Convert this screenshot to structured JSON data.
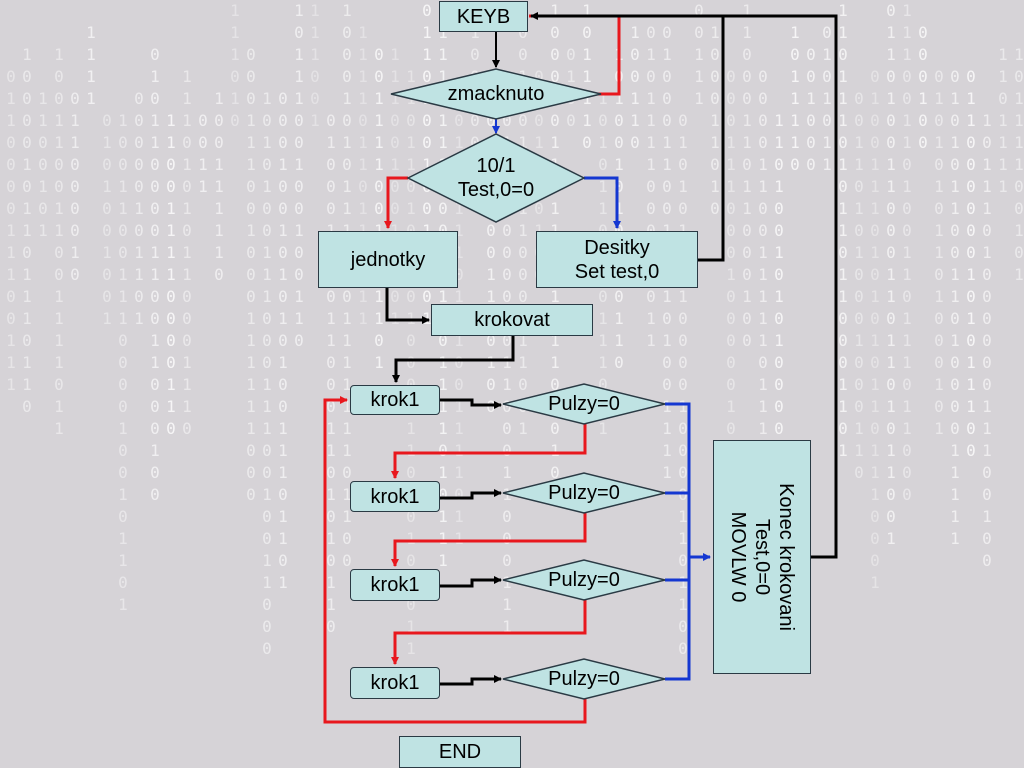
{
  "background": {
    "color": "#d6d3d7",
    "glyph_color": "#ffffff"
  },
  "colors": {
    "node_fill": "#bfe3e3",
    "node_border": "#2a3a44",
    "flow_default": "#000000",
    "flow_no": "#e8171d",
    "flow_yes": "#1437d1"
  },
  "nodes": {
    "keyb": "KEYB",
    "zmacknuto": "zmacknuto",
    "decision_10_1": "10/1\nTest,0=0",
    "jednotky": "jednotky",
    "desitky": "Desitky\nSet test,0",
    "krokovat": "krokovat",
    "krok1_a": "krok1",
    "krok1_b": "krok1",
    "krok1_c": "krok1",
    "krok1_d": "krok1",
    "pulzy_a": "Pulzy=0",
    "pulzy_b": "Pulzy=0",
    "pulzy_c": "Pulzy=0",
    "pulzy_d": "Pulzy=0",
    "konec": "Konec krokovani\nTest,0=0\nMOVLW 0",
    "end": "END"
  }
}
